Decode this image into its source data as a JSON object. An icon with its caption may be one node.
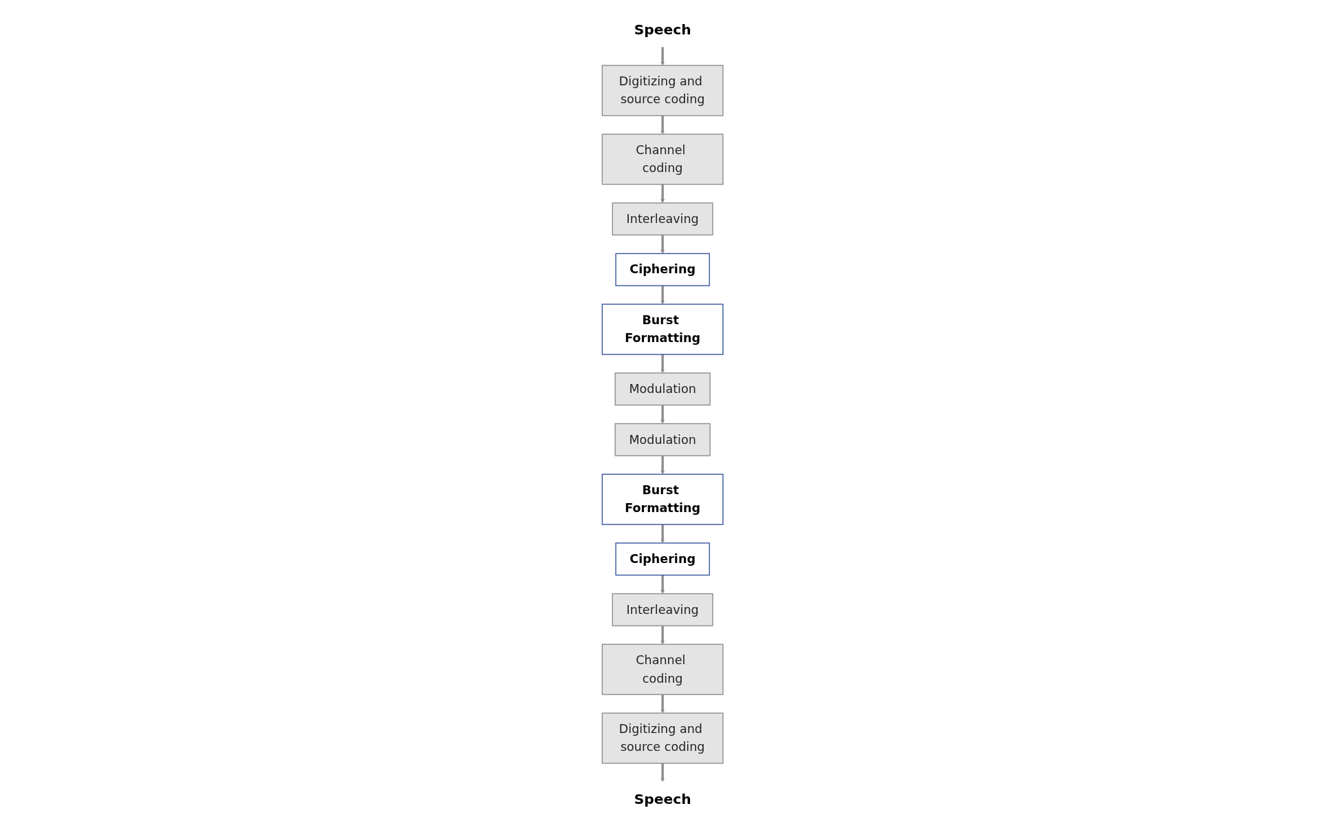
{
  "diagram": {
    "nodes": [
      {
        "text": [
          "Speech"
        ]
      },
      {
        "text": [
          "Digitizing and source coding"
        ]
      },
      {
        "text": [
          "Channel coding"
        ]
      },
      {
        "text": [
          "Interleaving"
        ]
      },
      {
        "text": [
          "Ciphering"
        ]
      },
      {
        "text": [
          "Burst Formatting"
        ]
      },
      {
        "text": [
          "Modulation"
        ]
      },
      {
        "text": [
          "Speech"
        ]
      },
      {
        "text": [
          "Digitizing and source coding"
        ]
      },
      {
        "text": [
          "Channel coding"
        ]
      },
      {
        "text": [
          "Interleaving"
        ]
      },
      {
        "text": [
          "Ciphering"
        ]
      },
      {
        "text": [
          "Burst Formatting"
        ]
      },
      {
        "text": [
          "Modulation"
        ]
      }
    ],
    "edges": [
      {
        "from": 0,
        "to": 1,
        "arrow": "to"
      },
      {
        "from": 1,
        "to": 2,
        "arrow": "to"
      },
      {
        "from": 2,
        "to": 3,
        "arrow": "to"
      },
      {
        "from": 3,
        "to": 4,
        "arrow": "to"
      },
      {
        "from": 4,
        "to": 5,
        "arrow": "to"
      },
      {
        "from": 5,
        "to": 6,
        "arrow": "to"
      },
      {
        "from": 6,
        "to": 13,
        "arrow": "to"
      },
      {
        "from": 13,
        "to": 12,
        "arrow": "to"
      },
      {
        "from": 12,
        "to": 11,
        "arrow": "to"
      },
      {
        "from": 11,
        "to": 10,
        "arrow": "to"
      },
      {
        "from": 10,
        "to": 9,
        "arrow": "to"
      },
      {
        "from": 9,
        "to": 8,
        "arrow": "to"
      },
      {
        "from": 8,
        "to": 7,
        "arrow": "to"
      }
    ]
  }
}
